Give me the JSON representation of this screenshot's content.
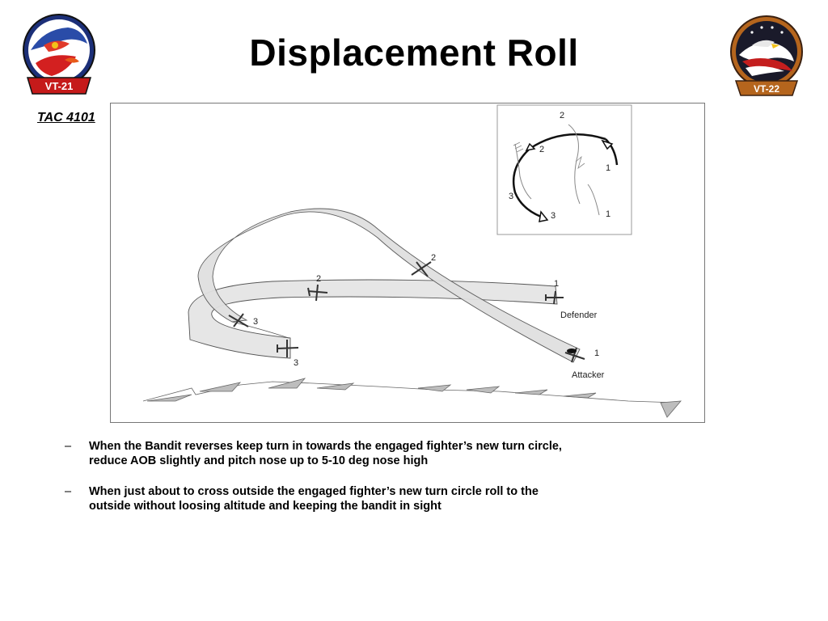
{
  "slide": {
    "title": "Displacement Roll",
    "reference": "TAC 4101",
    "logos": {
      "left": {
        "icon": "vt-21-squadron-patch-icon",
        "text": "VT-21"
      },
      "right": {
        "icon": "vt-22-squadron-patch-icon",
        "text": "VT-22"
      }
    }
  },
  "figure": {
    "main_labels": {
      "defender_1": "1",
      "defender_2": "2",
      "defender_3": "3",
      "attacker_1": "1",
      "attacker_2": "2",
      "attacker_3": "3",
      "defender": "Defender",
      "attacker": "Attacker"
    },
    "inset_labels": {
      "top_2": "2",
      "left_2": "2",
      "right_1": "1",
      "left_3": "3",
      "bottom_3": "3",
      "bottom_1": "1"
    }
  },
  "bullets": [
    {
      "marker": "–",
      "text": "When the Bandit reverses keep turn in towards the engaged fighter’s new turn circle, reduce AOB slightly and pitch nose up to 5-10 deg nose high"
    },
    {
      "marker": "–",
      "text": "When just about to cross outside the engaged fighter’s new turn circle roll to the outside without loosing altitude and keeping the bandit in sight"
    }
  ]
}
